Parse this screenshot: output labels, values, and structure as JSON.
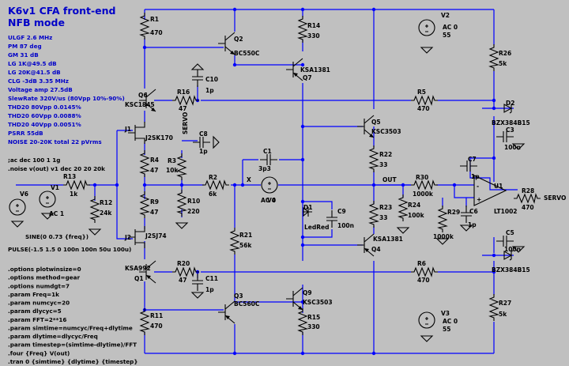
{
  "title": [
    "K6v1 CFA front-end",
    "NFB mode"
  ],
  "notes": [
    "ULGF 2.6 MHz",
    "PM 87 deg",
    "GM 31 dB",
    "LG 1K@49.5 dB",
    "LG 20K@41.5 dB",
    "CLG -3dB 3.35 MHz",
    "Voltage amp 27.5dB",
    "SlewRate 320V/us (80Vpp 10%-90%)",
    "THD20 80Vpp 0.0145%",
    "THD20 60Vpp 0.0088%",
    "THD20 40Vpp 0.0051%",
    "PSRR 55dB",
    "NOISE 20-20K total 22 pVrms"
  ],
  "analysis_directives": [
    ";ac dec 100 1 1g",
    ".noise v(out) v1 dec 20 20 20k"
  ],
  "source_directives": [
    "SINE(0 0.73 {freq})",
    "PULSE(-1.5 1.5 0 100n 100n 50u 100u)"
  ],
  "spice_directives": [
    ".options plotwinsize=0",
    ".options method=gear",
    ".options numdgt=7",
    ".param Freq=1k",
    ".param numcyc=20",
    ".param dlycyc=5",
    ".param FFT=2**16",
    ".param simtime=numcyc/Freq+dlytime",
    ".param dlytime=dlycyc/Freq",
    ".param timestep=(simtime-dlytime)/FFT",
    ".four {Freq} V(out)",
    ".tran 0 {simtime} {dlytime} {timestep}"
  ],
  "components": {
    "R1": [
      "R1",
      "470"
    ],
    "R4": [
      "R4",
      "47"
    ],
    "R9": [
      "R9",
      "47"
    ],
    "R11": [
      "R11",
      "470"
    ],
    "R12": [
      "R12",
      "24k"
    ],
    "R13": [
      "R13",
      "1k"
    ],
    "R3": [
      "R3",
      "10k"
    ],
    "R2": [
      "R2",
      "6k"
    ],
    "R10": [
      "R10",
      "220"
    ],
    "R16": [
      "R16",
      "47"
    ],
    "R20": [
      "R20",
      "47"
    ],
    "R21": [
      "R21",
      "56k"
    ],
    "R14": [
      "R14",
      "330"
    ],
    "R15": [
      "R15",
      "330"
    ],
    "R22": [
      "R22",
      "33"
    ],
    "R23": [
      "R23",
      "33"
    ],
    "R24": [
      "R24",
      "100k"
    ],
    "R5": [
      "R5",
      "470"
    ],
    "R6": [
      "R6",
      "470"
    ],
    "R26": [
      "R26",
      "5k"
    ],
    "R27": [
      "R27",
      "5k"
    ],
    "R30": [
      "R30",
      "1000k"
    ],
    "R29": [
      "R29",
      "1000k"
    ],
    "R28": [
      "R28",
      "470"
    ],
    "C10": [
      "C10",
      "1p"
    ],
    "C8": [
      "C8",
      "1p"
    ],
    "C11": [
      "C11",
      "1p"
    ],
    "C1": [
      "C1",
      "3p3"
    ],
    "C9": [
      "C9",
      "100n"
    ],
    "C7": [
      "C7",
      "1p"
    ],
    "C6": [
      "C6",
      "1p"
    ],
    "C3": [
      "C3",
      "100n"
    ],
    "C5": [
      "C5",
      "100n"
    ],
    "Q2": [
      "Q2",
      "BC550C"
    ],
    "Q3": [
      "Q3",
      "BC560C"
    ],
    "Q6": [
      "Q6",
      "KSC1845"
    ],
    "Q1": [
      "KSA992",
      "Q1"
    ],
    "Q7": [
      "KSA1381",
      "Q7"
    ],
    "Q9": [
      "Q9",
      "KSC3503"
    ],
    "Q5": [
      "Q5",
      "KSC3503"
    ],
    "Q4": [
      "KSA1381",
      "Q4"
    ],
    "J1": [
      "J1",
      "J2SK170"
    ],
    "J2": [
      "J2",
      "J2SJ74"
    ],
    "D1": [
      "D1",
      "LedRed"
    ],
    "D2": [
      "D2",
      "BZX384B15"
    ],
    "D3": [
      "BZX384B15"
    ],
    "U1": [
      "U1",
      "LT1002"
    ],
    "V1": [
      "V1",
      "AC 1"
    ],
    "V2": [
      "V2",
      "AC 0",
      "55"
    ],
    "V3": [
      "V3",
      "AC 0",
      "55"
    ],
    "V4": [
      "V4",
      "AC 0"
    ],
    "V6": [
      "V6"
    ]
  },
  "net_labels": {
    "out": "OUT",
    "x": "X",
    "servo_left": "SERVO",
    "servo_right": "SERVO"
  }
}
